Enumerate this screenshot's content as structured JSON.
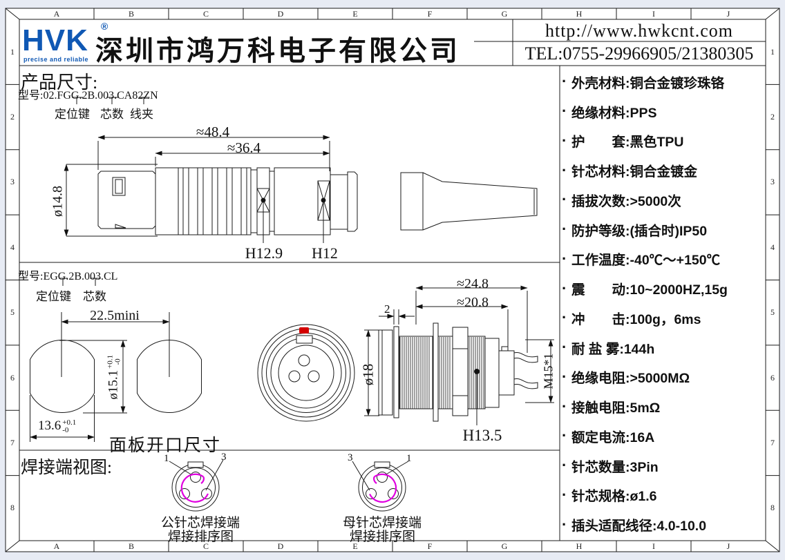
{
  "page": {
    "grid_letters": [
      "A",
      "B",
      "C",
      "D",
      "E",
      "F",
      "G",
      "H",
      "I",
      "J"
    ],
    "grid_numbers": [
      "1",
      "2",
      "3",
      "4",
      "5",
      "6",
      "7",
      "8"
    ]
  },
  "header": {
    "logo_text": "HVK",
    "logo_reg": "®",
    "logo_tagline": "precise and reliable",
    "company_name": "深圳市鸿万科电子有限公司",
    "website": "http://www.hwkcnt.com",
    "tel": "TEL:0755-29966905/21380305",
    "brand_blue": "#0f58b4"
  },
  "section1": {
    "title": "产品尺寸:",
    "model_label": "型号:02.FGG.2B.003.CA82ZN",
    "callout_key": "定位键",
    "callout_cores": "芯数",
    "callout_clamp": "线夹",
    "dim_overall": "≈48.4",
    "dim_body": "≈36.4",
    "dim_diameter": "ø14.8",
    "dim_h1": "H12.9",
    "dim_h2": "H12"
  },
  "section2": {
    "model_label": "型号:EGG.2B.003.CL",
    "callout_key": "定位键",
    "callout_cores": "芯数",
    "dim_spacing": "22.5mini",
    "dim_cutout_dia": "ø15.1",
    "dim_cutout_dia_tol_plus": "+0.1",
    "dim_cutout_dia_tol_minus": "-0",
    "dim_cutout_width": "13.6",
    "dim_cutout_width_tol_plus": "+0.1",
    "dim_cutout_width_tol_minus": "-0",
    "cutout_caption": "面板开口尺寸",
    "dim_front_dia": "ø18",
    "dim_overall": "≈24.8",
    "dim_body": "≈20.8",
    "dim_panel": "2",
    "dim_thread": "M15*1",
    "dim_h": "H13.5"
  },
  "section3": {
    "title": "焊接端视图:",
    "male_pin_left": "1",
    "male_pin_right": "3",
    "male_caption_line1": "公针芯焊接端",
    "male_caption_line2": "焊接排序图",
    "female_pin_left": "3",
    "female_pin_right": "1",
    "female_caption_line1": "母针芯焊接端",
    "female_caption_line2": "焊接排序图"
  },
  "specs": {
    "bullet": "·",
    "items": [
      "外壳材料:铜合金镀珍珠铬",
      "绝缘材料:PPS",
      "护　　套:黑色TPU",
      "针芯材料:铜合金镀金",
      "插拔次数:>5000次",
      "防护等级:(插合时)IP50",
      "工作温度:-40℃～+150℃",
      "震　　动:10~2000HZ,15g",
      "冲　　击:100g，6ms",
      "耐 盐 雾:144h",
      "绝缘电阻:>5000MΩ",
      "接触电阻:5mΩ",
      "额定电流:16A",
      "针芯数量:3Pin",
      "针芯规格:ø1.6",
      "插头适配线径:4.0-10.0"
    ]
  },
  "colors": {
    "magenta": "#e000e0",
    "mark_red": "#d40000"
  }
}
